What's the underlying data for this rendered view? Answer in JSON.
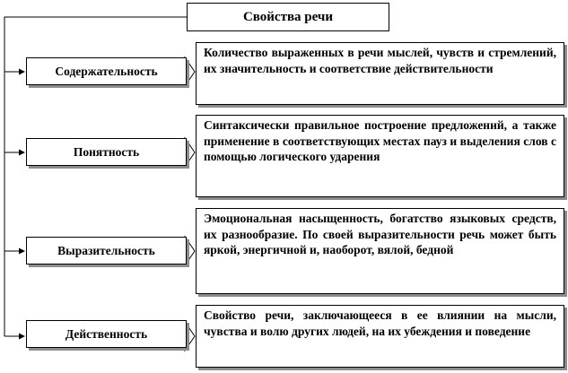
{
  "title": "Свойства речи",
  "properties": [
    {
      "name": "Содержательность",
      "description": "Количество выраженных в речи мыслей, чувств и стремлений, их значительность и соответствие действительности"
    },
    {
      "name": "Понятность",
      "description": "Синтаксически правильное построение предложений, а также применение в соответствующих местах пауз и выделения слов с помощью логического ударения"
    },
    {
      "name": "Выразительность",
      "description": "Эмоциональная насыщенность, богатство языковых средств, их разнообразие. По своей выразительности речь может быть яркой, энергичной и, наоборот, вялой, бедной"
    },
    {
      "name": "Действенность",
      "description": "Свойство речи, заключающееся в ее влиянии на мысли, чувства и волю других людей, на их убеждения и поведение"
    }
  ]
}
